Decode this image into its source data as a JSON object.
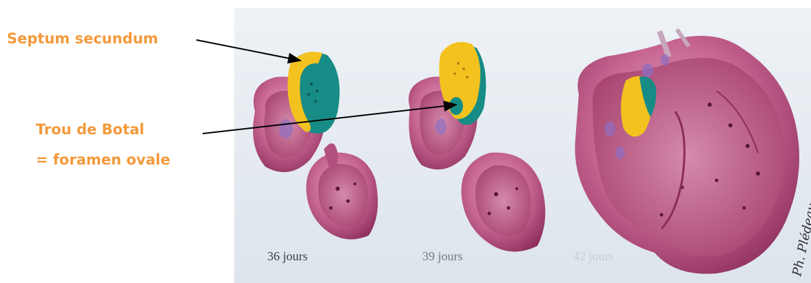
{
  "labels": {
    "septum_secundum": "Septum secundum",
    "trou_de_botal": "Trou de Botal",
    "foramen_ovale": "= foramen ovale"
  },
  "stages": [
    {
      "label": "36 jours"
    },
    {
      "label": "39 jours"
    },
    {
      "label": "42 jours"
    }
  ],
  "signature": "Ph. Plédeau",
  "colors": {
    "label_orange": "#f39a3c",
    "background": "#e6ecf2",
    "heart_pink": "#c4628e",
    "heart_dark": "#8a2c5a",
    "septum_yellow": "#f3c21f",
    "foramen_teal": "#178c86"
  }
}
